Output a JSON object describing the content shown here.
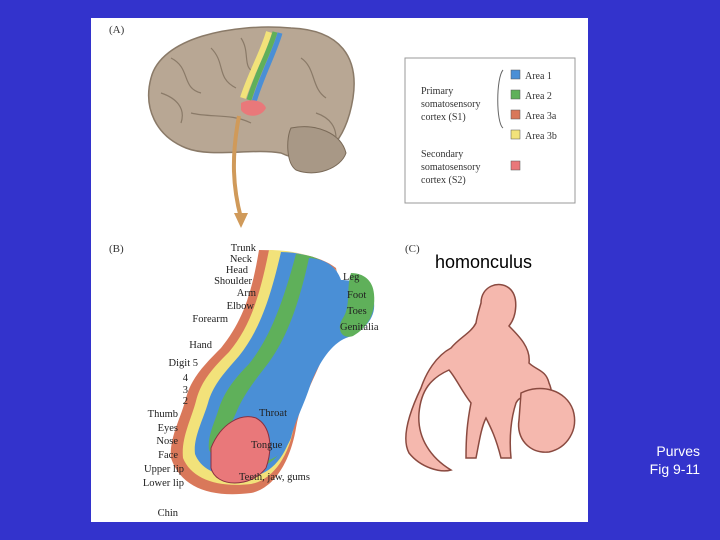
{
  "panels": {
    "a": "(A)",
    "b": "(B)",
    "c": "(C)"
  },
  "legend": {
    "primary": [
      "Primary",
      "somatosensory",
      "cortex (S1)"
    ],
    "secondary": [
      "Secondary",
      "somatosensory",
      "cortex (S2)"
    ],
    "areas": [
      {
        "label": "Area 1",
        "color": "#4a8fd6"
      },
      {
        "label": "Area 2",
        "color": "#5fb05a"
      },
      {
        "label": "Area 3a",
        "color": "#d9785a"
      },
      {
        "label": "Area 3b",
        "color": "#f2e27a"
      }
    ],
    "s2_color": "#e9787a"
  },
  "labels_left": [
    "Trunk",
    "Neck",
    "Head",
    "Shoulder",
    "Arm",
    "Elbow",
    "Forearm",
    "Hand",
    "Digit 5",
    "4",
    "3",
    "2",
    "Thumb",
    "Eyes",
    "Nose",
    "Face",
    "Upper lip",
    "Lower lip",
    "Chin"
  ],
  "labels_right": [
    "Leg",
    "Foot",
    "Toes",
    "Genitalia",
    "Throat",
    "Tongue",
    "Teeth, jaw, gums"
  ],
  "homonculus_label": "homonculus",
  "caption": {
    "line1": "Purves",
    "line2": "Fig 9-11"
  }
}
